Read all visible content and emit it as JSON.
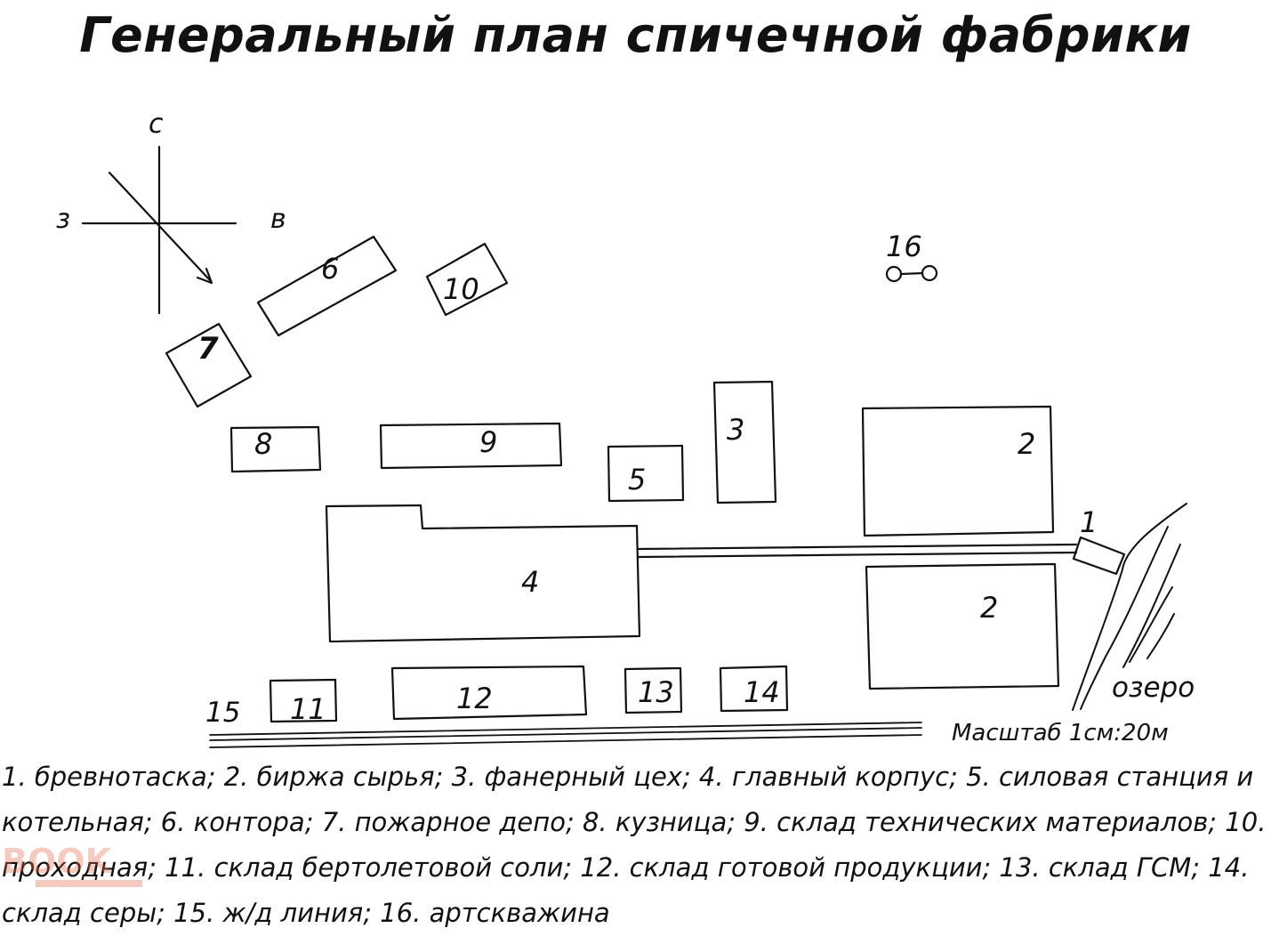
{
  "title": "Генеральный план спичечной фабрики",
  "compass": {
    "north": "с",
    "west": "з",
    "east": "в"
  },
  "buildings": {
    "b1": "1",
    "b2a": "2",
    "b2b": "2",
    "b3": "3",
    "b4": "4",
    "b5": "5",
    "b6": "6",
    "b7": "7",
    "b8": "8",
    "b9": "9",
    "b10": "10",
    "b11": "11",
    "b12": "12",
    "b13": "13",
    "b14": "14",
    "b15": "15",
    "b16": "16"
  },
  "lake_label": "озеро",
  "scale": "Масштаб 1см:20м",
  "legend": "1. бревнотаска; 2. биржа сырья; 3. фанерный цех; 4. главный корпус; 5. силовая станция и котельная; 6. контора; 7. пожарное депо; 8. кузница; 9. склад технических материалов; 10. проходная; 11. склад бертолетовой соли; 12. склад готовой продукции; 13. склад ГСМ; 14. склад серы; 15. ж/д линия; 16. артскважина",
  "watermark": "BOOK"
}
